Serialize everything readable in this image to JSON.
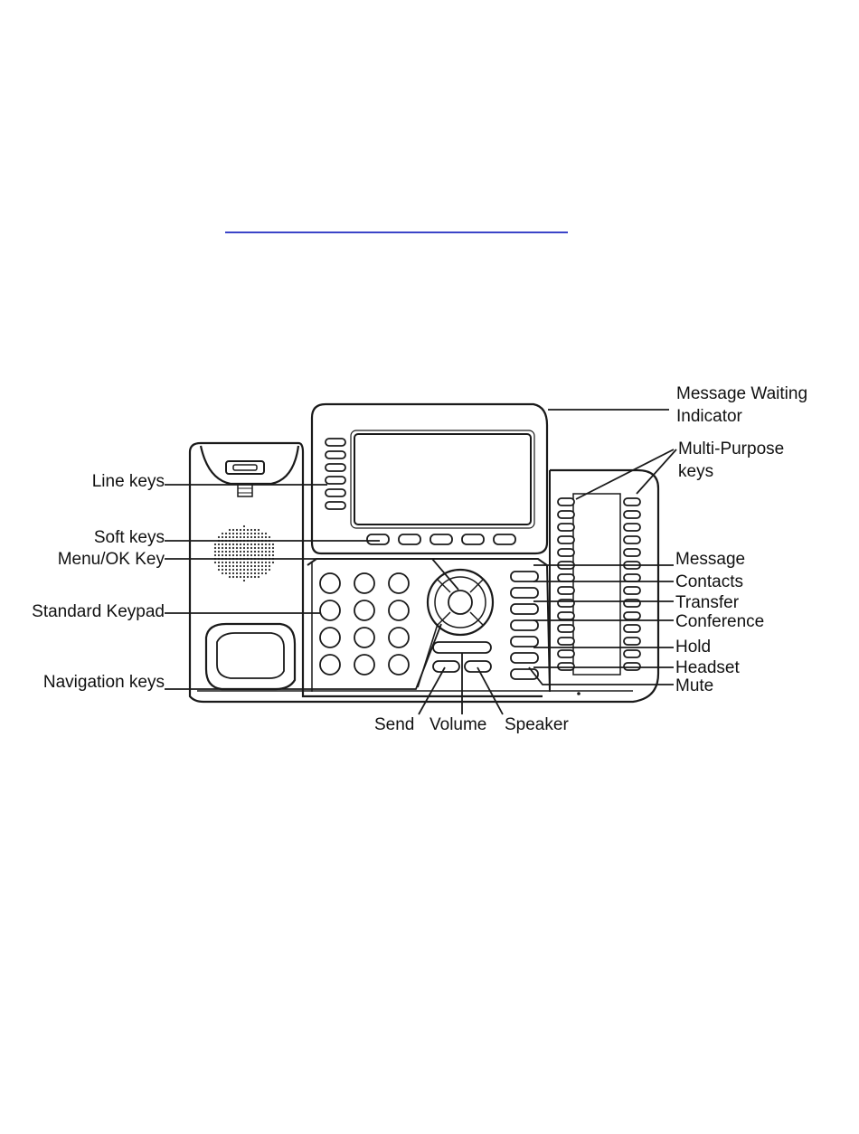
{
  "diagram": {
    "labels": {
      "message_waiting_1": "Message Waiting",
      "message_waiting_2": "Indicator",
      "multi_purpose_1": "Multi-Purpose",
      "multi_purpose_2": "keys",
      "line_keys": "Line keys",
      "soft_keys": "Soft keys",
      "menu_ok_key": "Menu/OK Key",
      "standard_keypad": "Standard Keypad",
      "navigation_keys": "Navigation keys",
      "message": "Message",
      "contacts": "Contacts",
      "transfer": "Transfer",
      "conference": "Conference",
      "hold": "Hold",
      "headset": "Headset",
      "mute": "Mute",
      "send": "Send",
      "volume": "Volume",
      "speaker": "Speaker"
    },
    "colors": {
      "link_line": "#3b44c8",
      "ink": "#1a1a1a"
    }
  }
}
